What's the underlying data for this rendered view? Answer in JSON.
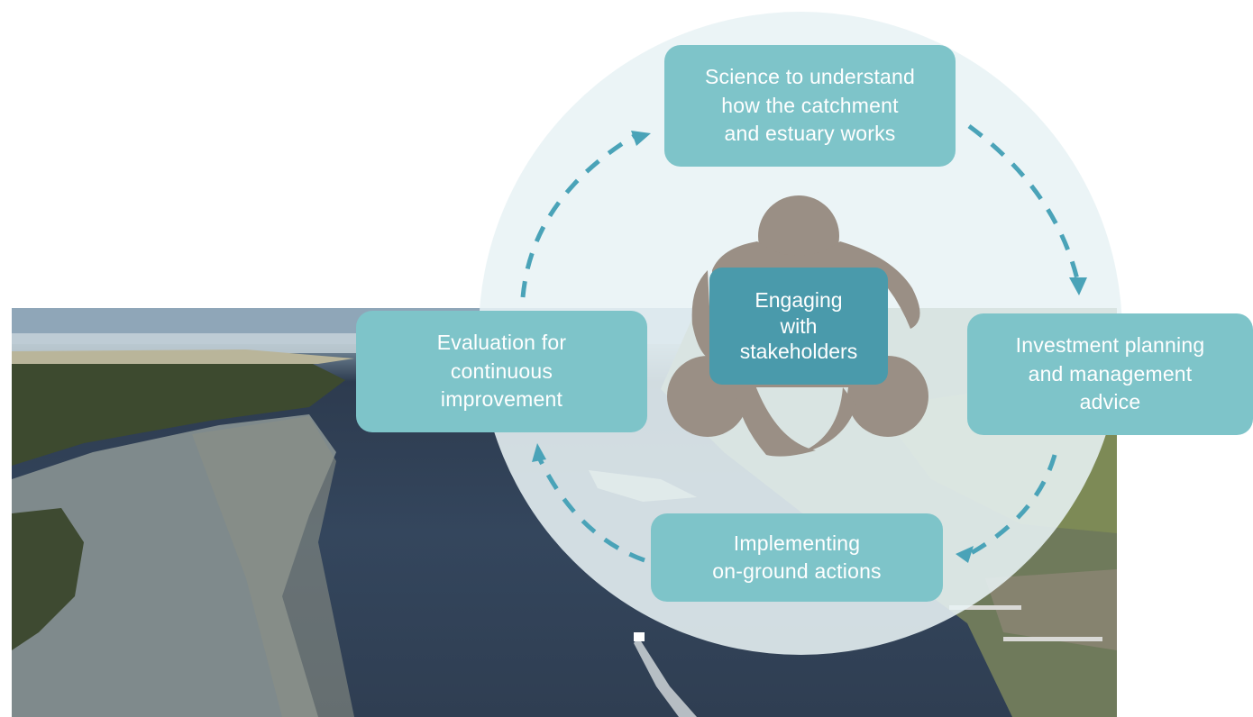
{
  "diagram": {
    "nodes": {
      "top": "Science to understand\nhow the catchment\nand estuary works",
      "right": "Investment planning\nand management\nadvice",
      "bottom": "Implementing\non-ground actions",
      "left": "Evaluation for\ncontinuous\nimprovement",
      "center": "Engaging\nwith\nstakeholders"
    },
    "colors": {
      "box": "#7ec4c9",
      "center_box": "#4a9aab",
      "circle": "#e8f3f5",
      "arrow": "#4aa3b8",
      "figures": "#9a8f85"
    },
    "icons": [
      "people-group-icon",
      "cycle-arrow-icon"
    ]
  }
}
